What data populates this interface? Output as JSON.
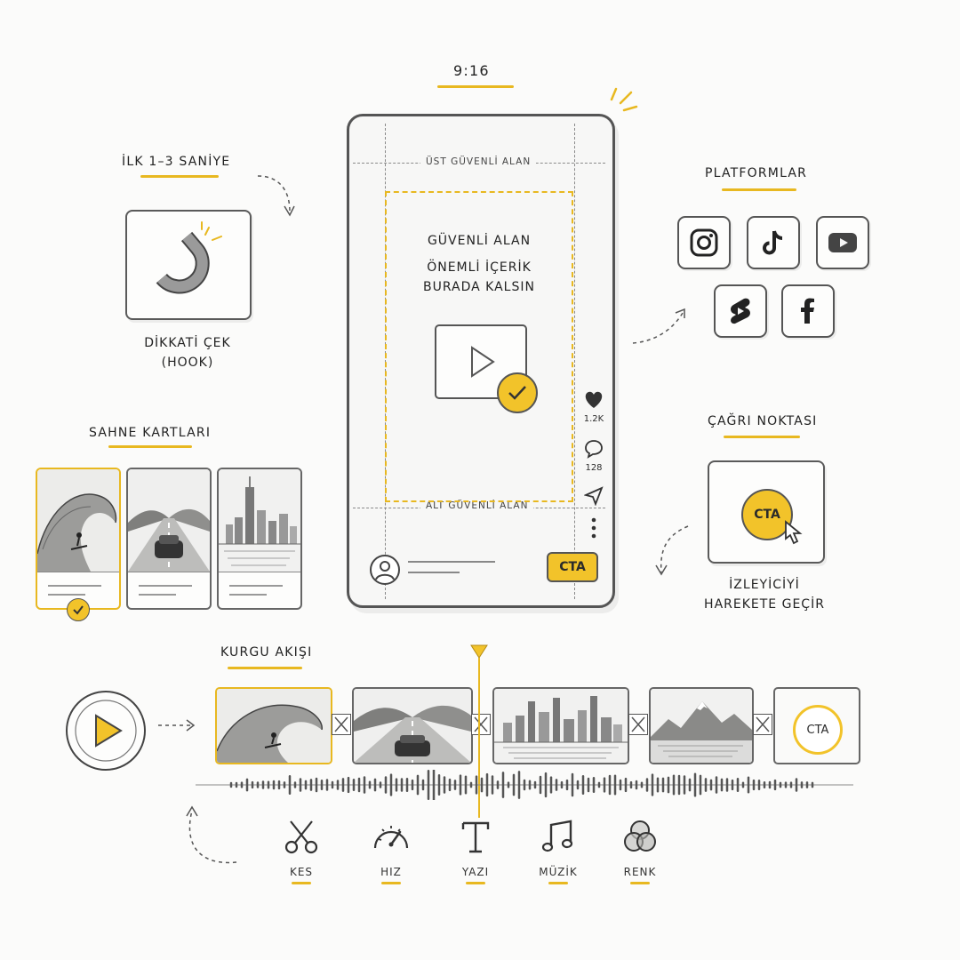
{
  "aspect": {
    "label": "9:16"
  },
  "hook": {
    "title": "İLK 1–3 SANİYE",
    "caption_line1": "DİKKATİ ÇEK",
    "caption_line2": "(HOOK)",
    "icon": "magnet-icon"
  },
  "phone": {
    "top_safe": "ÜST GÜVENLİ ALAN",
    "bottom_safe": "ALT GÜVENLİ ALAN",
    "safe_title": "GÜVENLİ ALAN",
    "safe_line1": "ÖNEMLİ İÇERİK",
    "safe_line2": "BURADA KALSIN",
    "likes": "1.2K",
    "comments": "128",
    "cta": "CTA"
  },
  "platforms": {
    "title": "PLATFORMLAR",
    "items": [
      "instagram-icon",
      "tiktok-icon",
      "youtube-icon",
      "youtube-shorts-icon",
      "facebook-icon"
    ]
  },
  "scenes": {
    "title": "SAHNE KARTLARI"
  },
  "cta_section": {
    "title": "ÇAĞRI NOKTASI",
    "button": "CTA",
    "caption_line1": "İZLEYİCİYİ",
    "caption_line2": "HAREKETE GEÇİR"
  },
  "timeline": {
    "title": "KURGU AKIŞI",
    "end_cta": "CTA"
  },
  "tools": [
    {
      "label": "KES",
      "icon": "scissors-icon"
    },
    {
      "label": "HIZ",
      "icon": "speedometer-icon"
    },
    {
      "label": "YAZI",
      "icon": "text-icon"
    },
    {
      "label": "MÜZİK",
      "icon": "music-note-icon"
    },
    {
      "label": "RENK",
      "icon": "color-circles-icon"
    }
  ],
  "colors": {
    "accent": "#f2c32a",
    "ink": "#555555"
  }
}
